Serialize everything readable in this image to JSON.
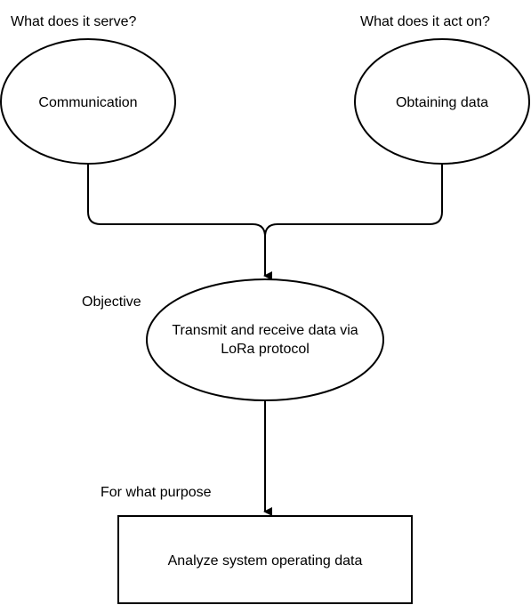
{
  "questions": {
    "serve": "What does it serve?",
    "act_on": "What does it act on?"
  },
  "nodes": {
    "communication": "Communication",
    "obtaining_data": "Obtaining data",
    "objective": {
      "line1": "Transmit and receive data via",
      "line2": "LoRa protocol"
    },
    "analyze": "Analyze system operating data"
  },
  "labels": {
    "objective": "Objective",
    "purpose": "For what purpose"
  },
  "colors": {
    "stroke": "#000000",
    "fill": "#ffffff",
    "text": "#000000"
  }
}
